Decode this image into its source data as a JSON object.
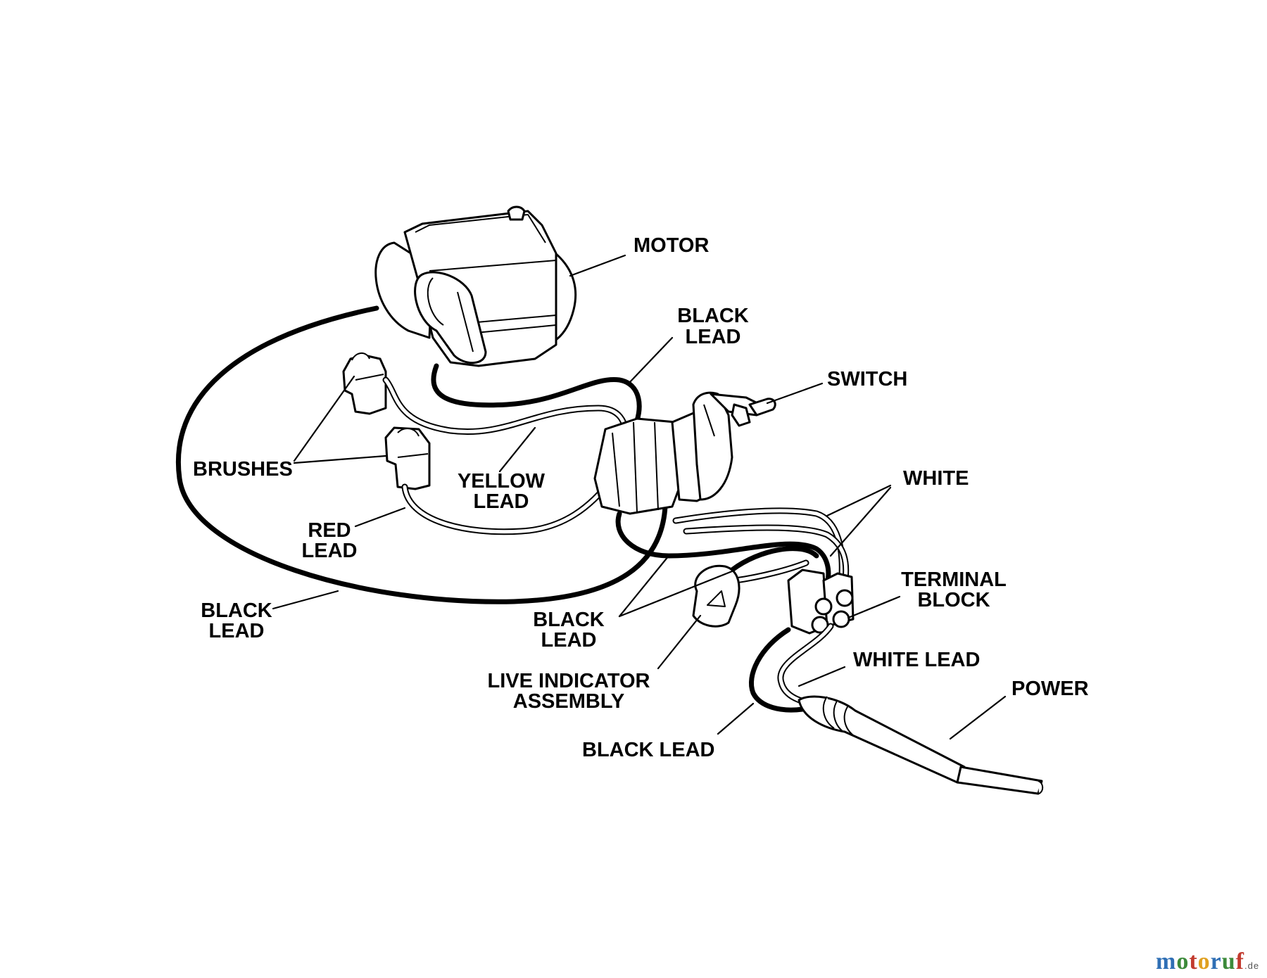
{
  "diagram": {
    "labels": {
      "motor": "MOTOR",
      "black_lead_top_1": "BLACK",
      "black_lead_top_2": "LEAD",
      "switch": "SWITCH",
      "brushes": "BRUSHES",
      "yellow_lead_1": "YELLOW",
      "yellow_lead_2": "LEAD",
      "white": "WHITE",
      "red_lead_1": "RED",
      "red_lead_2": "LEAD",
      "terminal_block_1": "TERMINAL",
      "terminal_block_2": "BLOCK",
      "black_lead_left_1": "BLACK",
      "black_lead_left_2": "LEAD",
      "black_lead_mid_1": "BLACK",
      "black_lead_mid_2": "LEAD",
      "white_lead": "WHITE LEAD",
      "live_indicator_1": "LIVE INDICATOR",
      "live_indicator_2": "ASSEMBLY",
      "power": "POWER",
      "black_lead_bottom": "BLACK LEAD"
    }
  },
  "watermark": {
    "m": "m",
    "o1": "o",
    "t": "t",
    "o2": "o",
    "r": "r",
    "u": "u",
    "f": "f",
    "tld": ".de"
  }
}
